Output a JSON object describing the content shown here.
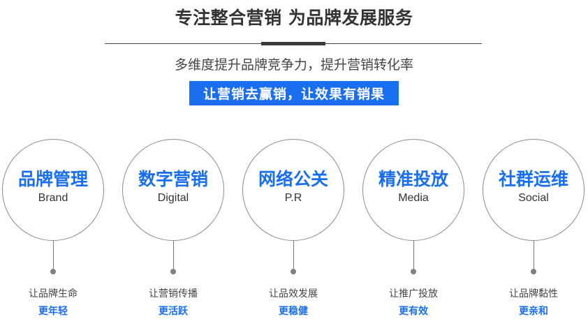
{
  "header": {
    "title": "专注整合营销  为品牌发展服务",
    "subtitle": "多维度提升品牌竞争力，提升营销转化率",
    "banner": "让营销去赢销，让效果有销果"
  },
  "colors": {
    "accent": "#1a6ef0",
    "text": "#333333",
    "circle_border": "#8a8a8a",
    "dot": "#808080"
  },
  "services": [
    {
      "title_cn": "品牌管理",
      "title_en": "Brand",
      "line1": "让品牌生命",
      "line2": "更年轻"
    },
    {
      "title_cn": "数字营销",
      "title_en": "Digital",
      "line1": "让营销传播",
      "line2": "更活跃"
    },
    {
      "title_cn": "网络公关",
      "title_en": "P.R",
      "line1": "让品效发展",
      "line2": "更稳健"
    },
    {
      "title_cn": "精准投放",
      "title_en": "Media",
      "line1": "让推广投放",
      "line2": "更有效"
    },
    {
      "title_cn": "社群运维",
      "title_en": "Social",
      "line1": "让品牌黏性",
      "line2": "更亲和"
    }
  ]
}
